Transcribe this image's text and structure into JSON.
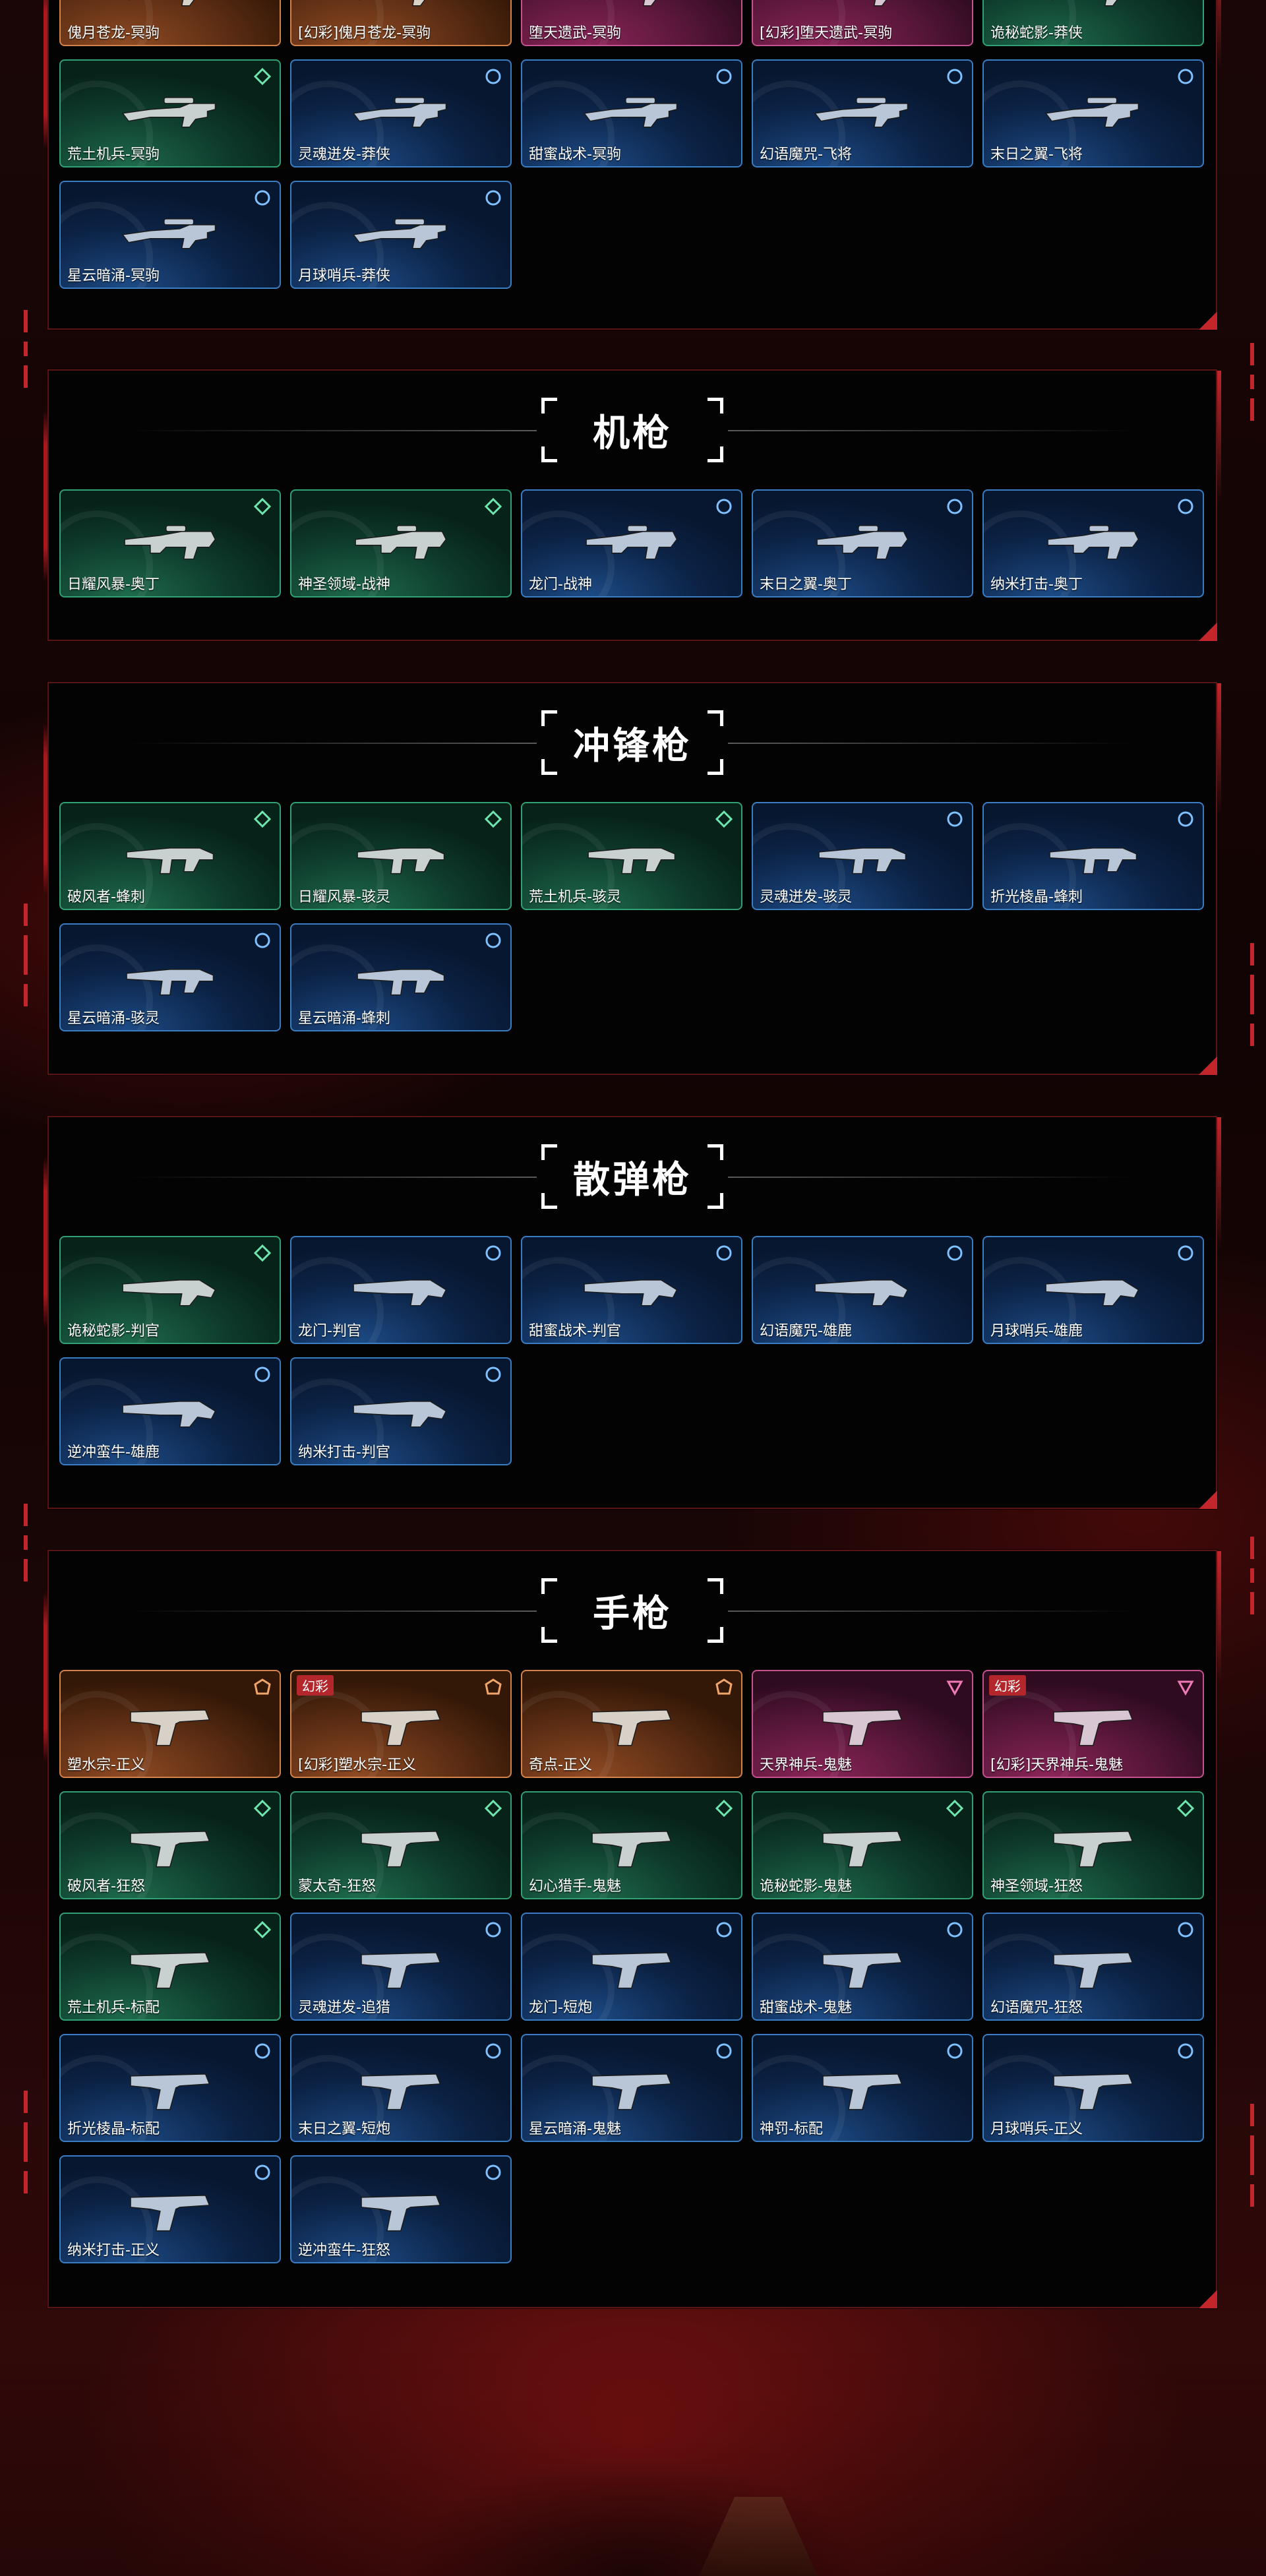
{
  "colors": {
    "blue": "#3a7dc2",
    "green": "#31a175",
    "orange": "#d3834a",
    "pink": "#c3528f",
    "accent_red": "#c2262b"
  },
  "sections": [
    {
      "id": "sniper",
      "title": "",
      "items": [
        {
          "name": "傀月苍龙-冥驹",
          "tier": "orange",
          "icon": "sniper-rifle-icon"
        },
        {
          "name": "[幻彩]傀月苍龙-冥驹",
          "tier": "orange",
          "icon": "sniper-rifle-icon"
        },
        {
          "name": "堕天遗武-冥驹",
          "tier": "pink",
          "icon": "sniper-rifle-icon"
        },
        {
          "name": "[幻彩]堕天遗武-冥驹",
          "tier": "pink",
          "icon": "sniper-rifle-icon"
        },
        {
          "name": "诡秘蛇影-莽侠",
          "tier": "green",
          "icon": "sniper-rifle-icon"
        },
        {
          "name": "荒土机兵-冥驹",
          "tier": "green",
          "icon": "sniper-rifle-icon"
        },
        {
          "name": "灵魂迸发-莽侠",
          "tier": "blue",
          "icon": "sniper-rifle-icon"
        },
        {
          "name": "甜蜜战术-冥驹",
          "tier": "blue",
          "icon": "sniper-rifle-icon"
        },
        {
          "name": "幻语魔咒-飞将",
          "tier": "blue",
          "icon": "sniper-rifle-icon"
        },
        {
          "name": "末日之翼-飞将",
          "tier": "blue",
          "icon": "sniper-rifle-icon"
        },
        {
          "name": "星云暗涌-冥驹",
          "tier": "blue",
          "icon": "sniper-rifle-icon"
        },
        {
          "name": "月球哨兵-莽侠",
          "tier": "blue",
          "icon": "sniper-rifle-icon"
        }
      ]
    },
    {
      "id": "machine-gun",
      "title": "机枪",
      "items": [
        {
          "name": "日耀风暴-奥丁",
          "tier": "green",
          "icon": "machine-gun-icon"
        },
        {
          "name": "神圣领域-战神",
          "tier": "green",
          "icon": "machine-gun-icon"
        },
        {
          "name": "龙门-战神",
          "tier": "blue",
          "icon": "machine-gun-icon"
        },
        {
          "name": "末日之翼-奥丁",
          "tier": "blue",
          "icon": "machine-gun-icon"
        },
        {
          "name": "纳米打击-奥丁",
          "tier": "blue",
          "icon": "machine-gun-icon"
        }
      ]
    },
    {
      "id": "smg",
      "title": "冲锋枪",
      "items": [
        {
          "name": "破风者-蜂刺",
          "tier": "green",
          "icon": "smg-icon"
        },
        {
          "name": "日耀风暴-骇灵",
          "tier": "green",
          "icon": "smg-icon"
        },
        {
          "name": "荒土机兵-骇灵",
          "tier": "green",
          "icon": "smg-icon"
        },
        {
          "name": "灵魂迸发-骇灵",
          "tier": "blue",
          "icon": "smg-icon"
        },
        {
          "name": "折光棱晶-蜂刺",
          "tier": "blue",
          "icon": "smg-icon"
        },
        {
          "name": "星云暗涌-骇灵",
          "tier": "blue",
          "icon": "smg-icon"
        },
        {
          "name": "星云暗涌-蜂刺",
          "tier": "blue",
          "icon": "smg-icon"
        }
      ]
    },
    {
      "id": "shotgun",
      "title": "散弹枪",
      "items": [
        {
          "name": "诡秘蛇影-判官",
          "tier": "green",
          "icon": "shotgun-icon"
        },
        {
          "name": "龙门-判官",
          "tier": "blue",
          "icon": "shotgun-icon"
        },
        {
          "name": "甜蜜战术-判官",
          "tier": "blue",
          "icon": "shotgun-icon"
        },
        {
          "name": "幻语魔咒-雄鹿",
          "tier": "blue",
          "icon": "shotgun-icon"
        },
        {
          "name": "月球哨兵-雄鹿",
          "tier": "blue",
          "icon": "shotgun-icon"
        },
        {
          "name": "逆冲蛮牛-雄鹿",
          "tier": "blue",
          "icon": "shotgun-icon"
        },
        {
          "name": "纳米打击-判官",
          "tier": "blue",
          "icon": "shotgun-icon"
        }
      ]
    },
    {
      "id": "pistol",
      "title": "手枪",
      "items": [
        {
          "name": "塑水宗-正义",
          "tier": "orange",
          "icon": "pistol-icon"
        },
        {
          "name": "[幻彩]塑水宗-正义",
          "tier": "orange",
          "icon": "pistol-icon",
          "variant": "幻彩"
        },
        {
          "name": "奇点-正义",
          "tier": "orange",
          "icon": "pistol-icon"
        },
        {
          "name": "天界神兵-鬼魅",
          "tier": "pink",
          "icon": "pistol-icon"
        },
        {
          "name": "[幻彩]天界神兵-鬼魅",
          "tier": "pink",
          "icon": "pistol-icon",
          "variant": "幻彩"
        },
        {
          "name": "破风者-狂怒",
          "tier": "green",
          "icon": "pistol-icon"
        },
        {
          "name": "蒙太奇-狂怒",
          "tier": "green",
          "icon": "pistol-icon"
        },
        {
          "name": "幻心猎手-鬼魅",
          "tier": "green",
          "icon": "pistol-icon"
        },
        {
          "name": "诡秘蛇影-鬼魅",
          "tier": "green",
          "icon": "pistol-icon"
        },
        {
          "name": "神圣领域-狂怒",
          "tier": "green",
          "icon": "pistol-icon"
        },
        {
          "name": "荒土机兵-标配",
          "tier": "green",
          "icon": "pistol-icon"
        },
        {
          "name": "灵魂迸发-追猎",
          "tier": "blue",
          "icon": "pistol-icon"
        },
        {
          "name": "龙门-短炮",
          "tier": "blue",
          "icon": "pistol-icon"
        },
        {
          "name": "甜蜜战术-鬼魅",
          "tier": "blue",
          "icon": "pistol-icon"
        },
        {
          "name": "幻语魔咒-狂怒",
          "tier": "blue",
          "icon": "pistol-icon"
        },
        {
          "name": "折光棱晶-标配",
          "tier": "blue",
          "icon": "pistol-icon"
        },
        {
          "name": "末日之翼-短炮",
          "tier": "blue",
          "icon": "pistol-icon"
        },
        {
          "name": "星云暗涌-鬼魅",
          "tier": "blue",
          "icon": "pistol-icon"
        },
        {
          "name": "神罚-标配",
          "tier": "blue",
          "icon": "pistol-icon"
        },
        {
          "name": "月球哨兵-正义",
          "tier": "blue",
          "icon": "pistol-icon"
        },
        {
          "name": "纳米打击-正义",
          "tier": "blue",
          "icon": "pistol-icon"
        },
        {
          "name": "逆冲蛮牛-狂怒",
          "tier": "blue",
          "icon": "pistol-icon"
        }
      ]
    }
  ]
}
